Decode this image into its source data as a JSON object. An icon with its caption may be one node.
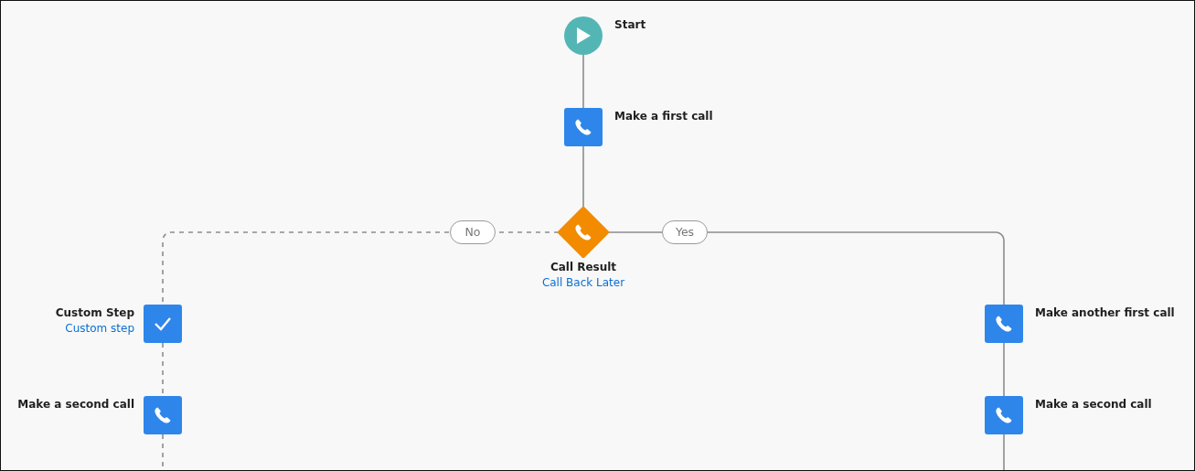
{
  "diagram": {
    "nodes": [
      {
        "text": [
          "Start"
        ]
      },
      {
        "text": [
          "Make a first call"
        ]
      },
      {
        "text": [
          "Call Result",
          "Call Back Later"
        ]
      },
      {
        "text": [
          "Custom Step",
          "Custom step"
        ]
      },
      {
        "text": [
          "Make a second call"
        ]
      },
      {
        "text": [
          "Make another first call"
        ]
      },
      {
        "text": [
          "Make a second call"
        ]
      }
    ],
    "edges": [
      {
        "from": 0,
        "to": 1,
        "arrow": "none"
      },
      {
        "from": 1,
        "to": 2,
        "arrow": "none"
      },
      {
        "from": 2,
        "to": 3,
        "arrow": "none",
        "label": "No",
        "style": "dashed"
      },
      {
        "from": 2,
        "to": 5,
        "arrow": "none",
        "label": "Yes"
      },
      {
        "from": 3,
        "to": 4,
        "arrow": "none",
        "style": "dashed"
      },
      {
        "from": 5,
        "to": 6,
        "arrow": "none"
      },
      {
        "from": 4,
        "to": null,
        "arrow": "none",
        "style": "dashed"
      },
      {
        "from": 6,
        "to": null,
        "arrow": "none"
      }
    ]
  }
}
